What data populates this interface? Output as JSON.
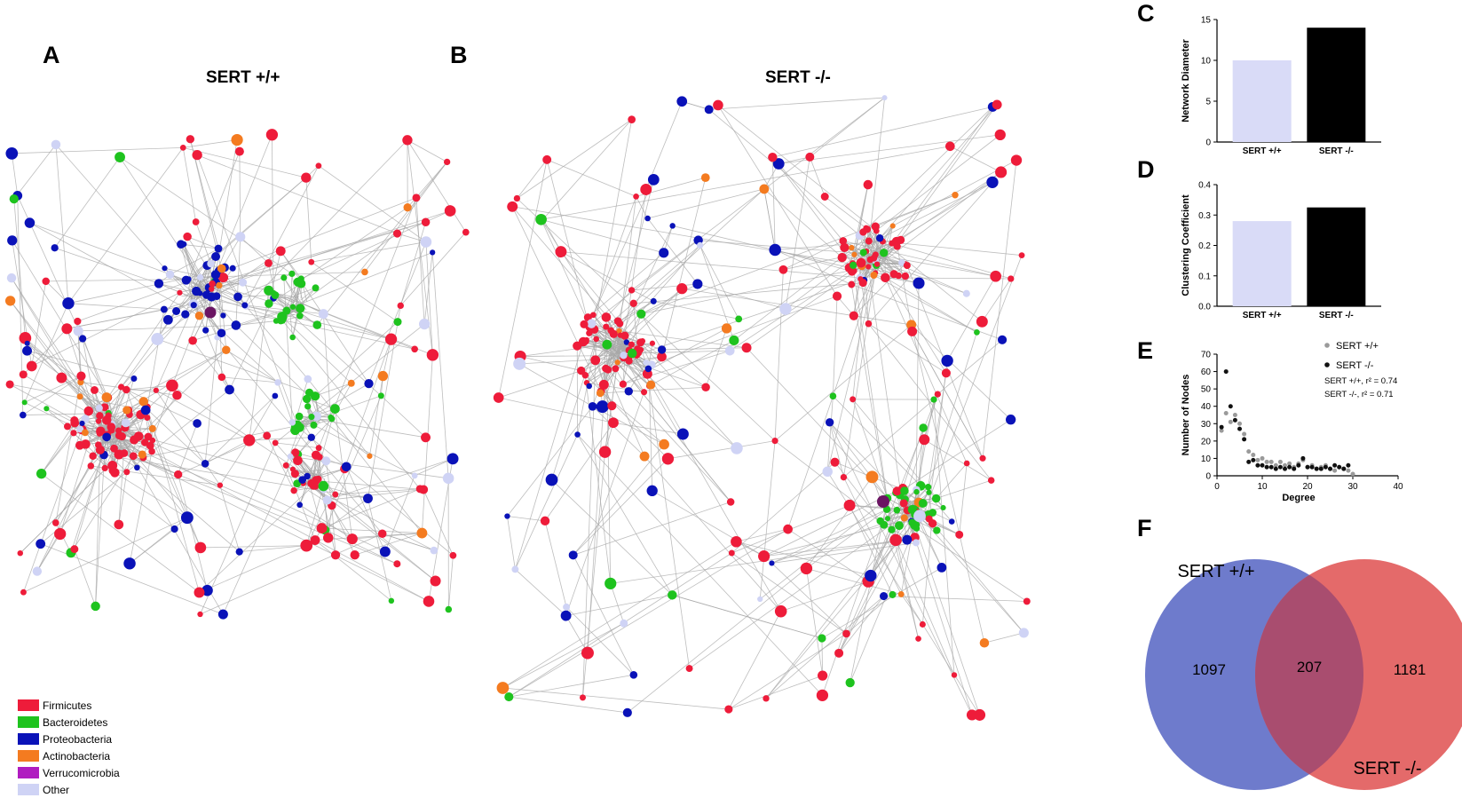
{
  "panels": {
    "A": "A",
    "B": "B",
    "C": "C",
    "D": "D",
    "E": "E",
    "F": "F"
  },
  "network_titles": {
    "wt": "SERT +/+",
    "ko": "SERT -/-"
  },
  "legend": [
    {
      "label": "Firmicutes",
      "color": "#ee1c3a"
    },
    {
      "label": "Bacteroidetes",
      "color": "#1ec31e"
    },
    {
      "label": "Proteobacteria",
      "color": "#0a12b8"
    },
    {
      "label": "Actinobacteria",
      "color": "#f47b20"
    },
    {
      "label": "Verrucomicrobia",
      "color": "#b01cc0"
    },
    {
      "label": "Other",
      "color": "#cfd3f5"
    }
  ],
  "chart_data": [
    {
      "type": "bar",
      "panel": "C",
      "categories": [
        "SERT +/+",
        "SERT -/-"
      ],
      "values": [
        10,
        14
      ],
      "colors": [
        "#d9dbf7",
        "#000000"
      ],
      "ylabel": "Network Diameter",
      "ylim": [
        0,
        15
      ],
      "yticks": [
        0,
        5,
        10,
        15
      ]
    },
    {
      "type": "bar",
      "panel": "D",
      "categories": [
        "SERT +/+",
        "SERT -/-"
      ],
      "values": [
        0.28,
        0.325
      ],
      "colors": [
        "#d9dbf7",
        "#000000"
      ],
      "ylabel": "Clustering Coefficient",
      "ylim": [
        0,
        0.4
      ],
      "yticks": [
        "0.0",
        "0.1",
        "0.2",
        "0.3",
        "0.4"
      ]
    },
    {
      "type": "scatter",
      "panel": "E",
      "xlabel": "Degree",
      "ylabel": "Number of Nodes",
      "xlim": [
        0,
        40
      ],
      "ylim": [
        0,
        70
      ],
      "xticks": [
        0,
        10,
        20,
        30,
        40
      ],
      "yticks": [
        0,
        10,
        20,
        30,
        40,
        50,
        60,
        70
      ],
      "annotations": [
        "SERT +/+, r² = 0.74",
        "SERT -/-, r² = 0.71"
      ],
      "series": [
        {
          "name": "SERT +/+",
          "color": "#9a9a9a",
          "x": [
            1,
            2,
            3,
            4,
            5,
            6,
            7,
            8,
            9,
            10,
            11,
            12,
            13,
            14,
            15,
            16,
            17,
            18,
            19,
            20,
            21,
            22,
            23,
            24,
            25,
            26,
            27,
            28,
            29,
            30
          ],
          "y": [
            26,
            36,
            31,
            35,
            30,
            24,
            14,
            12,
            9,
            10,
            8,
            8,
            6,
            8,
            6,
            7,
            5,
            7,
            9,
            5,
            6,
            4,
            5,
            6,
            4,
            3,
            5,
            4,
            3,
            1
          ]
        },
        {
          "name": "SERT -/-",
          "color": "#111111",
          "x": [
            1,
            2,
            3,
            4,
            5,
            6,
            7,
            8,
            9,
            10,
            11,
            12,
            13,
            14,
            15,
            16,
            17,
            18,
            19,
            20,
            21,
            22,
            23,
            24,
            25,
            26,
            27,
            28,
            29
          ],
          "y": [
            28,
            60,
            40,
            32,
            27,
            21,
            8,
            9,
            6,
            6,
            5,
            5,
            4,
            5,
            4,
            5,
            4,
            6,
            10,
            5,
            5,
            4,
            4,
            5,
            4,
            6,
            5,
            4,
            6
          ]
        }
      ]
    },
    {
      "type": "venn",
      "panel": "F",
      "sets": [
        {
          "name": "SERT +/+",
          "only": 1097,
          "color": "#6e7bcc"
        },
        {
          "name": "SERT -/-",
          "only": 1181,
          "color": "#e46a6a"
        }
      ],
      "overlap": 207,
      "overlap_color": "#a94d6f"
    }
  ]
}
